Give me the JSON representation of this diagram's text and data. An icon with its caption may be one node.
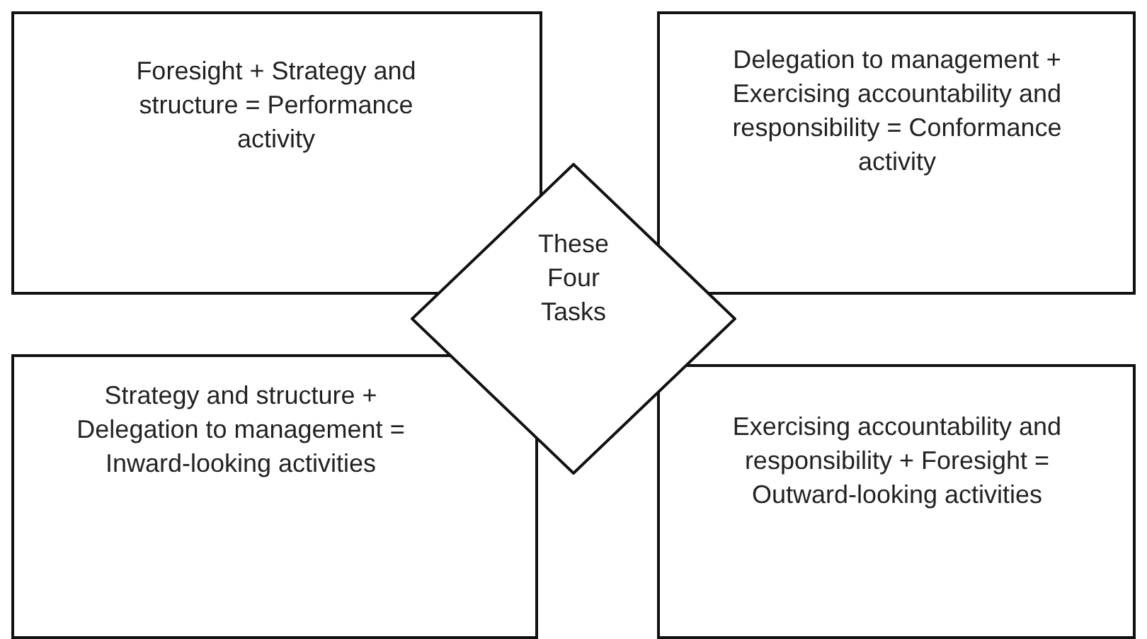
{
  "diagram": {
    "nodes": [
      {
        "text": [
          "Foresight + Strategy and structure = Performance activity"
        ]
      },
      {
        "text": [
          "Delegation to management + Exercising accountability and responsibility = Conformance activity"
        ]
      },
      {
        "text": [
          "These Four Tasks"
        ]
      },
      {
        "text": [
          "Strategy and structure + Delegation to management = Inward-looking activities"
        ]
      },
      {
        "text": [
          "Exercising accountability and responsibility + Foresight = Outward-looking activities"
        ]
      }
    ]
  }
}
